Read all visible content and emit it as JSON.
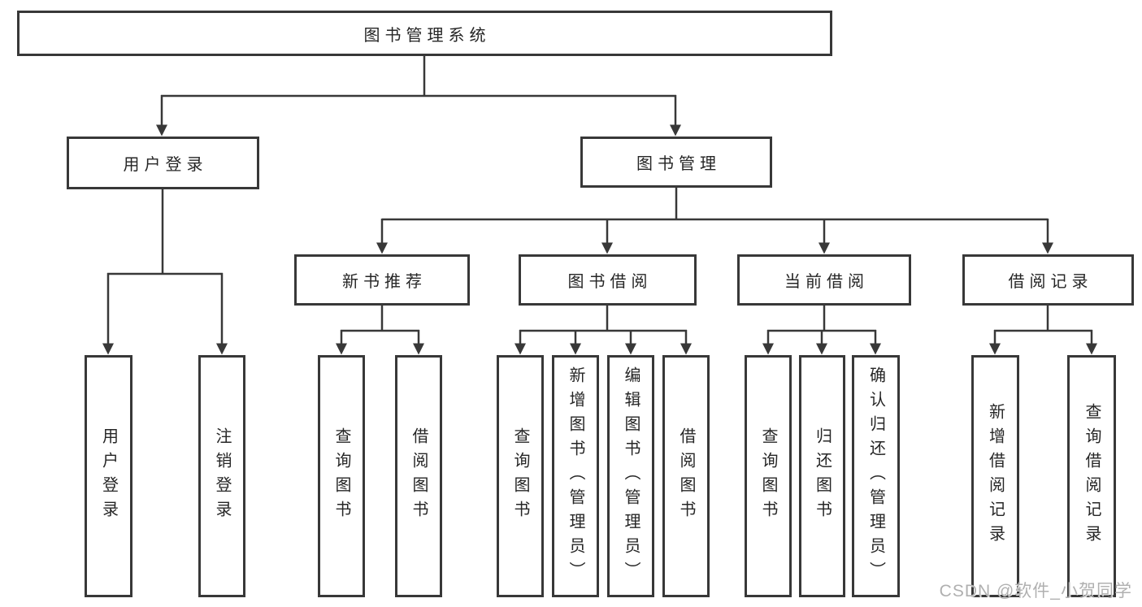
{
  "diagram": {
    "root": {
      "label": "图书管理系统"
    },
    "level2": [
      {
        "label": "用户登录",
        "children": [
          {
            "label": "用户登录"
          },
          {
            "label": "注销登录"
          }
        ]
      },
      {
        "label": "图书管理",
        "children": [
          {
            "label": "新书推荐",
            "children": [
              {
                "label": "查询图书"
              },
              {
                "label": "借阅图书"
              }
            ]
          },
          {
            "label": "图书借阅",
            "children": [
              {
                "label": "查询图书"
              },
              {
                "label": "新增图书（管理员）"
              },
              {
                "label": "编辑图书（管理员）"
              },
              {
                "label": "借阅图书"
              }
            ]
          },
          {
            "label": "当前借阅",
            "children": [
              {
                "label": "查询图书"
              },
              {
                "label": "归还图书"
              },
              {
                "label": "确认归还（管理员）"
              }
            ]
          },
          {
            "label": "借阅记录",
            "children": [
              {
                "label": "新增借阅记录"
              },
              {
                "label": "查询借阅记录"
              }
            ]
          }
        ]
      }
    ]
  },
  "watermark": {
    "text": "CSDN @软件_小贺同学"
  },
  "colors": {
    "line": "#383838",
    "border": "#383838",
    "text": "#262626",
    "watermark": "#b0b0b0",
    "background": "#ffffff"
  }
}
